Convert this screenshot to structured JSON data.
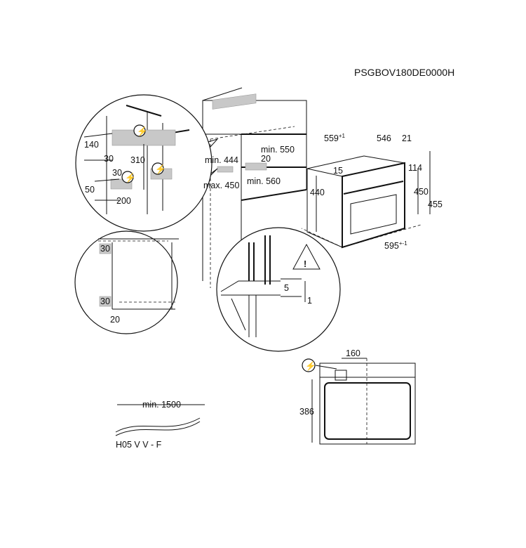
{
  "model_code": "PSGBOV180DE0000H",
  "detail_power_zones": {
    "dim_140": "140",
    "dim_30a": "30",
    "dim_310": "310",
    "dim_30b": "30",
    "dim_50": "50",
    "dim_200": "200"
  },
  "cabinet": {
    "min_444": "min. 444",
    "min_550": "min. 550",
    "dim_20": "20",
    "min_560": "min. 560",
    "max_450": "max. 450"
  },
  "oven": {
    "width_depth": "559",
    "width_depth_tol": "+1",
    "depth": "546",
    "front": "21",
    "top_gap": "15",
    "panel": "114",
    "body_height": "440",
    "front_height": "450",
    "total_height": "455",
    "width": "595",
    "width_tol": "+-1"
  },
  "detail_side": {
    "dim_30_top": "30",
    "dim_30_bottom": "30",
    "dim_20": "20"
  },
  "detail_mount": {
    "dim_5": "5",
    "dim_1": "1"
  },
  "cable": {
    "length": "min. 1500",
    "type": "H05 V V - F"
  },
  "connection": {
    "dim_160": "160",
    "dim_386": "386"
  },
  "icons": [
    "power-bolt-icon",
    "warning-triangle-icon"
  ]
}
